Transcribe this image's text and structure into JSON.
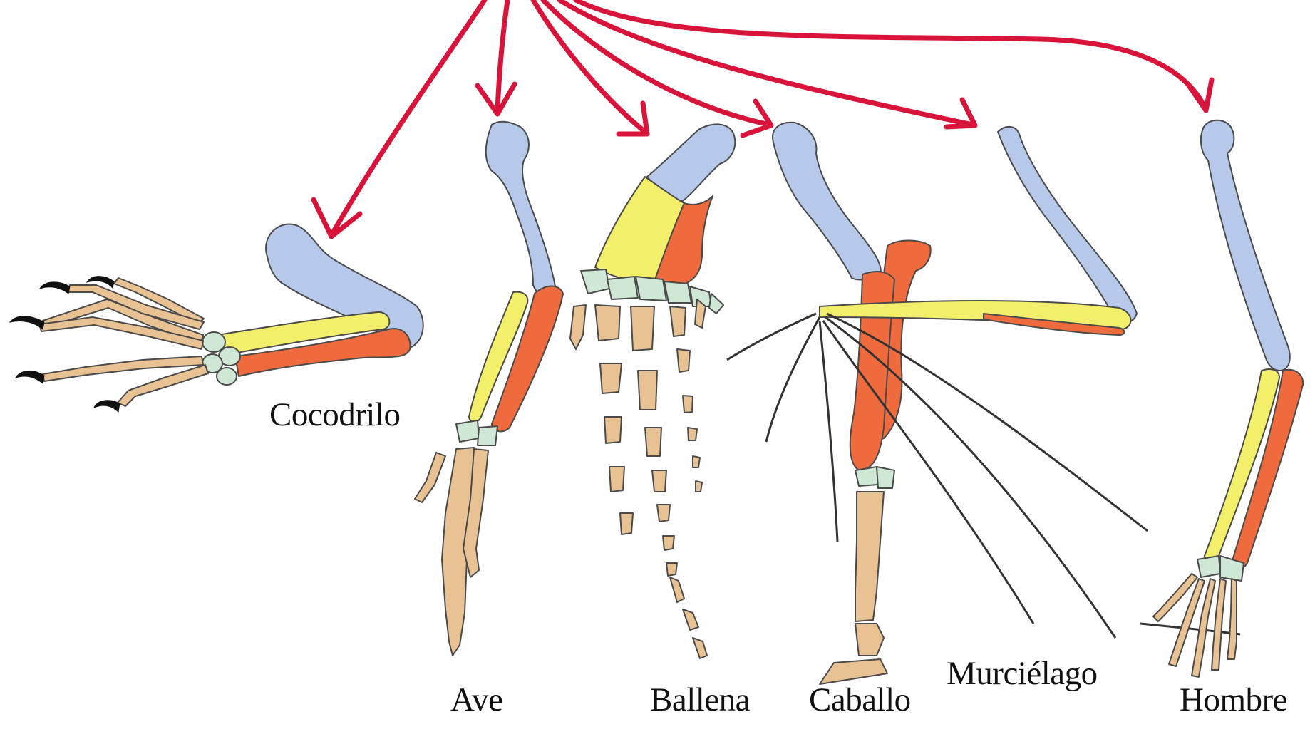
{
  "labels": {
    "cocodrilo": "Cocodrilo",
    "ave": "Ave",
    "ballena": "Ballena",
    "caballo": "Caballo",
    "murcielago": "Murciélago",
    "hombre": "Hombre"
  },
  "colors": {
    "arrow": "#d8143a",
    "humerus": "#b7c9ea",
    "radius": "#f4ef6a",
    "ulna": "#ef6a3c",
    "carpals": "#cfe8d6",
    "digits": "#e9c293"
  }
}
